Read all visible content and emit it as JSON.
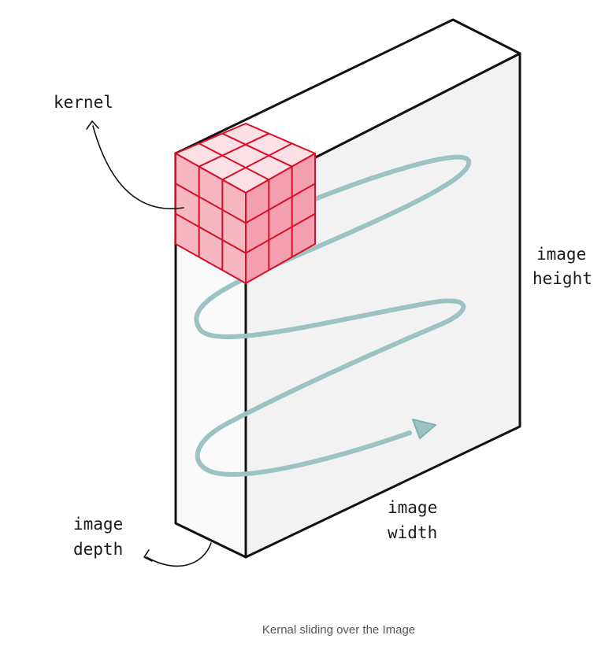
{
  "labels": {
    "kernel": "kernel",
    "image_height_line1": "image",
    "image_height_line2": "height",
    "image_width_line1": "image",
    "image_width_line2": "width",
    "image_depth_line1": "image",
    "image_depth_line2": "depth"
  },
  "caption": "Kernal sliding over the Image",
  "colors": {
    "outline": "#111111",
    "face_front": "#f2f2f2",
    "face_side": "#fafafa",
    "kernel_stroke": "#d5102a",
    "kernel_top": "#fbe0e5",
    "kernel_front": "#f7b7c1",
    "kernel_side": "#f49fad",
    "spiral": "#9cc2c2"
  },
  "kernel_grid": {
    "rows": 3,
    "cols": 3,
    "depth": 3
  },
  "icons": [
    "curved-arrow-icon",
    "arrowhead-icon"
  ]
}
